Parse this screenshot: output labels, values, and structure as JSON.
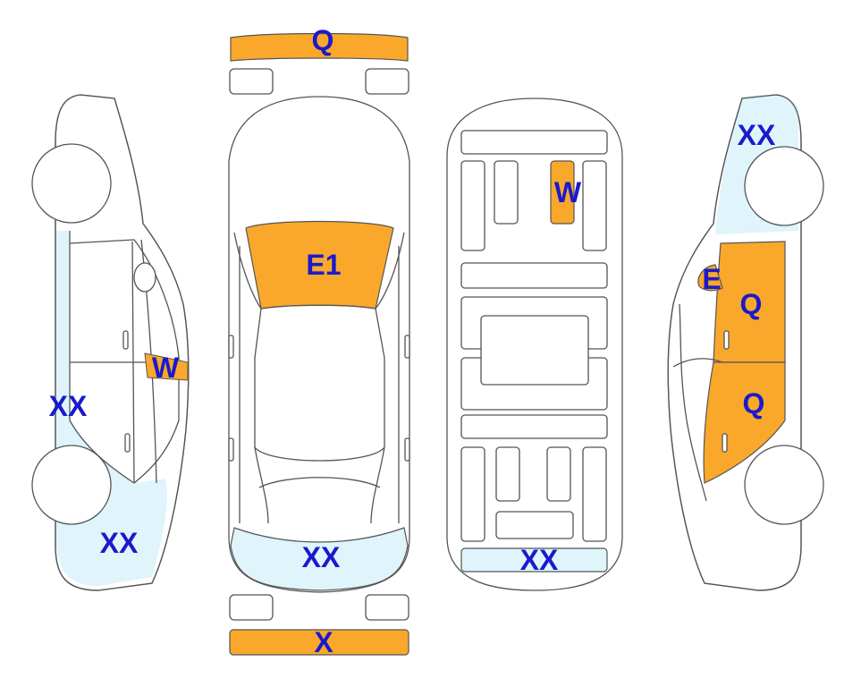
{
  "colors": {
    "outline": "#555555",
    "damage_severe": "#f9a82b",
    "damage_light": "#dff4fb",
    "label": "#1a1acc",
    "background": "#ffffff"
  },
  "views": {
    "left_side": {
      "labels": {
        "rear_quarter_top": "",
        "door_mark": "W",
        "rocker": "XX",
        "front_quarter": "XX"
      }
    },
    "top": {
      "labels": {
        "front_bumper": "Q",
        "windshield": "E1",
        "trunk": "XX",
        "rear_bumper": "X"
      }
    },
    "underbody": {
      "labels": {
        "panel": "W",
        "rear": "XX"
      }
    },
    "right_side": {
      "labels": {
        "rear_quarter": "XX",
        "mirror": "E",
        "front_door": "Q",
        "rear_door": "Q"
      }
    }
  }
}
